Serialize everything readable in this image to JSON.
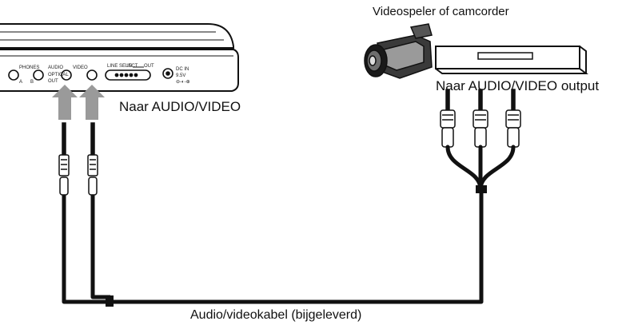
{
  "labels": {
    "source_device": "Videospeler of camcorder",
    "player_input": "Naar AUDIO/VIDEO",
    "source_output": "Naar AUDIO/VIDEO output",
    "cable": "Audio/videokabel (bijgeleverd)"
  },
  "player_panel": {
    "phones": "PHONES",
    "jack_a": "A",
    "jack_b": "B",
    "audio": "AUDIO",
    "optical": "OPTICAL",
    "out": "OUT",
    "video": "VIDEO",
    "line_select": "LINE SELECT",
    "line_in": "IN",
    "line_out": "OUT",
    "dc_in": "DC IN",
    "voltage": "9.5V"
  },
  "colors": {
    "line": "#111111",
    "arrow": "#9a9a9a"
  }
}
